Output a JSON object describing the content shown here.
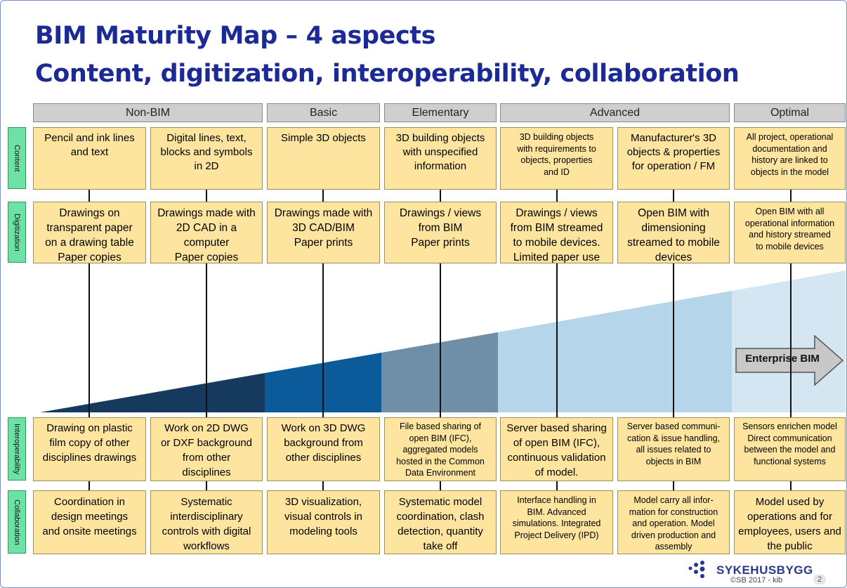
{
  "title_line1": "BIM Maturity Map – 4 aspects",
  "title_line2": "Content, digitization, interoperability, collaboration",
  "stages": [
    "Non-BIM",
    "Basic",
    "Elementary",
    "Advanced",
    "Optimal"
  ],
  "rows": [
    "Content",
    "Digitization",
    "Interoperability",
    "Collaboration"
  ],
  "cells": {
    "content": [
      "Pencil and ink lines\nand text",
      "Digital lines, text,\nblocks and symbols\nin 2D",
      "Simple 3D objects",
      "3D building objects\nwith unspecified\ninformation",
      "3D building objects\nwith requirements to\nobjects, properties\nand ID",
      "Manufacturer's 3D\nobjects & properties\nfor operation / FM",
      "All project, operational\ndocumentation and\nhistory are linked to\nobjects in the model"
    ],
    "digitization": [
      "Drawings on\ntransparent paper\non a drawing table\nPaper copies",
      "Drawings made with\n2D CAD in a\ncomputer\nPaper copies",
      "Drawings made with\n3D CAD/BIM\nPaper prints",
      "Drawings / views\nfrom BIM\nPaper prints",
      "Drawings / views\nfrom BIM streamed\nto mobile devices.\nLimited paper use",
      "Open BIM with\ndimensioning\nstreamed to mobile\ndevices",
      "Open BIM with all\noperational information\nand history streamed\nto mobile devices"
    ],
    "interoperability": [
      "Drawing on plastic\nfilm copy of other\ndisciplines drawings",
      "Work on 2D DWG\nor DXF background\nfrom other\ndisciplines",
      "Work on 3D DWG\nbackground from\nother disciplines",
      "File based sharing of\nopen BIM (IFC),\naggregated models\nhosted in the Common\nData Environment",
      "Server based sharing\nof open BIM (IFC),\ncontinuous validation\nof model.",
      "Server based communi-\ncation & issue handling,\nall issues related to\nobjects in BIM",
      "Sensors enrichen model\nDirect communication\nbetween the model and\nfunctional systems"
    ],
    "collaboration": [
      "Coordination in\ndesign meetings\nand onsite meetings",
      "Systematic\ninterdisciplinary\ncontrols with digital\nworkflows",
      "3D visualization,\nvisual controls in\nmodeling tools",
      "Systematic model\ncoordination, clash\ndetection, quantity\ntake off",
      "Interface handling in\nBIM. Advanced\nsimulations. Integrated\nProject Delivery (IPD)",
      "Model carry all infor-\nmation for construction\nand operation. Model\ndriven production and\nassembly",
      "Model used by\noperations and for\nemployees, users and\nthe public"
    ]
  },
  "arrow_label": "Enterprise BIM",
  "wedge_colors": [
    "#163a5e",
    "#0b5a99",
    "#6f8fa8",
    "#b5d6ea",
    "#d3e6f2"
  ],
  "logo_text": "SYKEHUSBYGG",
  "footer": "©SB 2017 - kib",
  "page_number": "2"
}
